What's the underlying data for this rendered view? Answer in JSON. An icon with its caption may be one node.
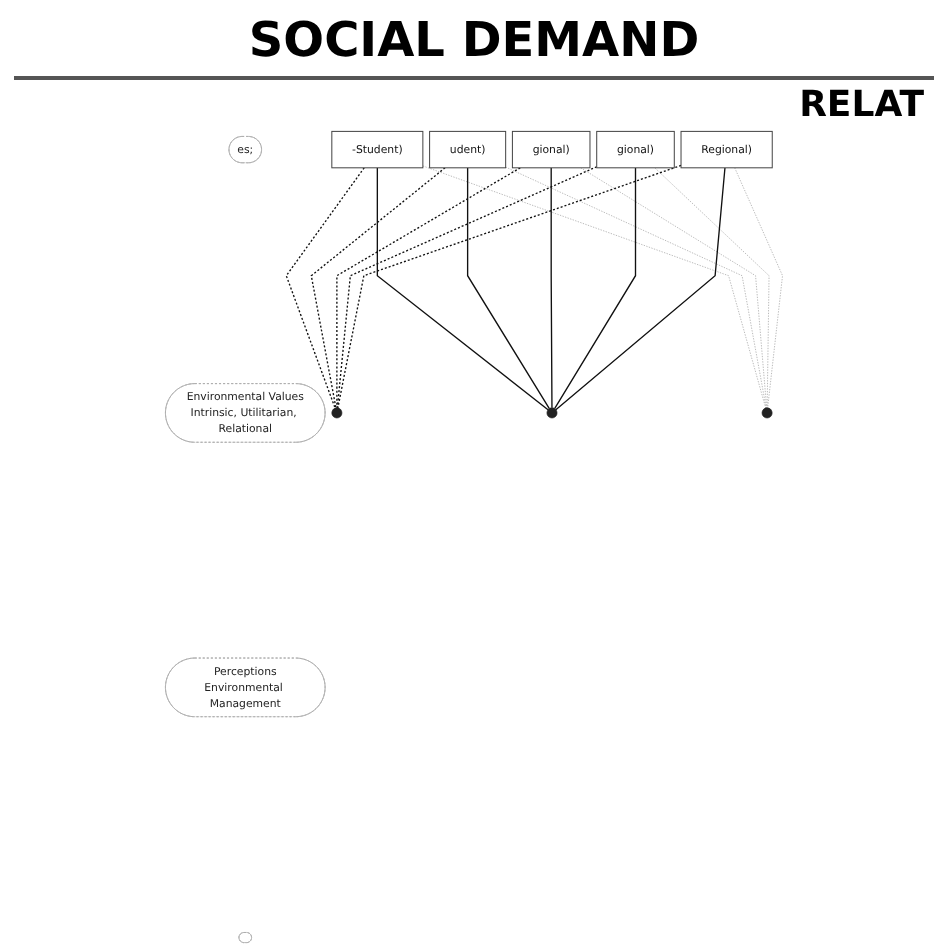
{
  "diagram": {
    "title": "SOCIAL DEMAND",
    "nodes": [
      {
        "text": [
          "es;"
        ]
      },
      {
        "text": [
          "Environmental Values",
          "Intrinsic, Utilitarian, Relational"
        ]
      },
      {
        "text": [
          "Perceptions",
          "Environmental Management"
        ]
      },
      {
        "text": [],
        "shape": "ellipse"
      },
      {
        "text": [
          "-Student)"
        ]
      },
      {
        "text": [
          "udent)"
        ]
      },
      {
        "text": [
          "gional)"
        ]
      },
      {
        "text": [
          "gional)"
        ]
      },
      {
        "text": [
          "Regional)"
        ]
      },
      {
        "text": [],
        "shape": "circle"
      },
      {
        "text": [],
        "shape": "circle"
      },
      {
        "text": [],
        "shape": "circle"
      }
    ],
    "edges": [
      {
        "from": 4,
        "to": 9,
        "arrow": "none",
        "style": "dashed"
      },
      {
        "from": 4,
        "to": 10,
        "arrow": "none"
      },
      {
        "from": 4,
        "to": 11,
        "arrow": "none",
        "style": "dashed",
        "color": "#999999"
      },
      {
        "from": 5,
        "to": 9,
        "arrow": "none",
        "style": "dashed"
      },
      {
        "from": 5,
        "to": 10,
        "arrow": "none"
      },
      {
        "from": 5,
        "to": 11,
        "arrow": "none",
        "style": "dashed",
        "color": "#999999"
      },
      {
        "from": 6,
        "to": 9,
        "arrow": "none",
        "style": "dashed"
      },
      {
        "from": 6,
        "to": 10,
        "arrow": "none"
      },
      {
        "from": 6,
        "to": 11,
        "arrow": "none",
        "style": "dashed",
        "color": "#999999"
      },
      {
        "from": 7,
        "to": 9,
        "arrow": "none",
        "style": "dashed"
      },
      {
        "from": 7,
        "to": 10,
        "arrow": "none"
      },
      {
        "from": 7,
        "to": 11,
        "arrow": "none",
        "style": "dashed",
        "color": "#999999"
      },
      {
        "from": 8,
        "to": 9,
        "arrow": "none",
        "style": "dashed"
      },
      {
        "from": 8,
        "to": 10,
        "arrow": "none"
      },
      {
        "from": 8,
        "to": 11,
        "arrow": "none",
        "style": "dashed",
        "color": "#999999"
      }
    ],
    "labels": [
      "RELAT"
    ]
  }
}
